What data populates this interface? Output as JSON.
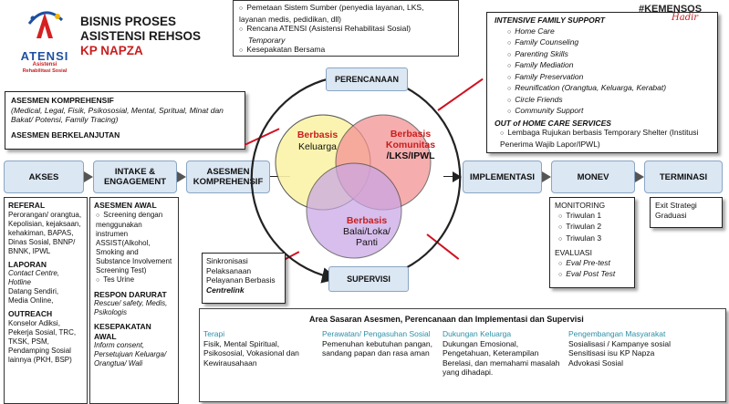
{
  "header": {
    "title_line1": "BISNIS PROSES",
    "title_line2": "ASISTENSI REHSOS",
    "title_line3": "KP NAPZA",
    "logo_name": "ATENSI",
    "logo_sub1": "Asistensi",
    "logo_sub2": "Rehabilitasi Sosial",
    "hashtag": "#KEMENSOS",
    "hashtag_sub": "Hadir"
  },
  "top_center": {
    "items": [
      "Pemetaan Sistem Sumber (penyedia layanan, LKS, layanan medis, pedidikan, dll)",
      "Rencana ATENSI (Asistensi Rehabilitasi Sosial)",
      "Temporary",
      "Kesepakatan Bersama"
    ]
  },
  "family_support": {
    "title": "INTENSIVE FAMILY SUPPORT",
    "items": [
      "Home Care",
      "Family Counseling",
      "Parenting Skills",
      "Family Mediation",
      "Family Preservation",
      "Reunification (Orangtua, Keluarga, Kerabat)",
      "Circle Friends",
      "Community Support"
    ],
    "out_title": "OUT of HOME CARE SERVICES",
    "out_item": "Lembaga Rujukan berbasis Temporary Shelter (Institusi Penerima Wajib Lapor/IPWL)"
  },
  "asesmen_box": {
    "title": "ASESMEN KOMPREHENSIF",
    "detail": "(Medical, Legal, Fisik, Psikososial, Mental, Spritual, Minat dan Bakat/ Potensi, Family Tracing)",
    "title2": "ASESMEN BERKELANJUTAN"
  },
  "flow": {
    "akses": "AKSES",
    "intake": "INTAKE & ENGAGEMENT",
    "asesmen": "ASESMEN KOMPREHENSIF",
    "implementasi": "IMPLEMENTASI",
    "monev": "MONEV",
    "terminasi": "TERMINASI"
  },
  "cycle": {
    "perencanaan": "PERENCANAAN",
    "supervisi": "SUPERVISI"
  },
  "venn": {
    "keluarga_title": "Berbasis",
    "keluarga_sub": "Keluarga",
    "komunitas_title1": "Berbasis",
    "komunitas_title2": "Komunitas",
    "komunitas_sub": "/LKS/IPWL",
    "balai_title": "Berbasis",
    "balai_sub1": "Balai/Loka/",
    "balai_sub2": "Panti",
    "color_yellow": "#fbf3a8",
    "color_red": "#f39294",
    "color_purple": "#c9a6e6"
  },
  "referal": {
    "title": "REFERAL",
    "text": "Perorangan/ orangtua, Kepolisian, kejaksaan, kehakiman, BAPAS, Dinas Sosial, BNNP/ BNNK, IPWL",
    "laporan_title": "LAPORAN",
    "laporan_items": [
      "Contact Centre,",
      "Hotline",
      "Datang Sendiri,",
      "Media Online,"
    ],
    "outreach_title": "OUTREACH",
    "outreach_text": "Konselor Adiksi, Pekerja Sosial, TRC, TKSK, PSM, Pendamping Sosial lainnya (PKH, BSP)"
  },
  "asesmen_awal": {
    "title": "ASESMEN AWAL",
    "item1": "Screening dengan menggunakan instrumen ASSIST(Alkohol, Smoking and Substance Involvement Screening Test)",
    "item2": "Tes Urine",
    "respon_title": "RESPON DARURAT",
    "respon_text": "Rescue/ safety, Medis, Psikologis",
    "kesepakatan_title": "KESEPAKATAN AWAL",
    "kesepakatan_text": "Inform consent, Persetujuan Keluarga/ Orangtua/ Wali"
  },
  "sinkronisasi": {
    "text": "Sinkronisasi Pelaksanaan Pelayanan Berbasis",
    "bold": "Centrelink"
  },
  "monitoring": {
    "title": "MONITORING",
    "items": [
      "Triwulan 1",
      "Triwulan 2",
      "Triwulan 3"
    ],
    "evaluasi_title": "EVALUASI",
    "evaluasi_items": [
      "Eval Pre-test",
      "Eval Post Test"
    ]
  },
  "terminasi_box": {
    "text": "Exit Strategi Graduasi"
  },
  "area": {
    "title": "Area Sasaran Asesmen, Perencanaan dan Implementasi dan Supervisi",
    "col1_title": "Terapi",
    "col1_text": "Fisik, Mental Spiritual, Psikososial, Vokasional dan Kewirausahaan",
    "col2_title": "Perawatan/ Pengasuhan Sosial",
    "col2_text": "Pemenuhan kebutuhan pangan, sandang papan dan rasa aman",
    "col3_title": "Dukungan Keluarga",
    "col3_text": "Dukungan Emosional, Pengetahuan, Keterampilan Berelasi, dan memahami masalah yang dihadapi.",
    "col4_title": "Pengembangan Masyarakat",
    "col4_items": [
      "Sosialisasi / Kampanye sosial",
      "Sensitisasi isu KP Napza",
      "Advokasi Sosial"
    ]
  }
}
